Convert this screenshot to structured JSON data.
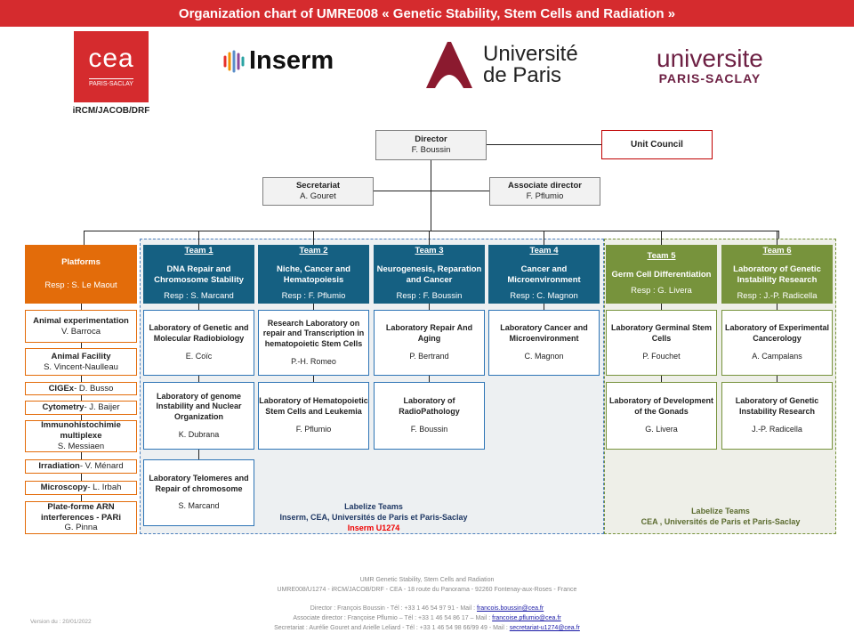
{
  "title": "Organization chart of UMRE008 « Genetic Stability, Stem Cells and Radiation »",
  "logos": {
    "cea": "cea",
    "cea_sub": "PARIS-SACLAY",
    "cea_caption": "iRCM/JACOB/DRF",
    "inserm": "Inserm",
    "uparis_1": "Université",
    "uparis_2": "de Paris",
    "ups_1": "universite",
    "ups_2": "PARIS-SACLAY"
  },
  "director": {
    "title": "Director",
    "name": "F. Boussin"
  },
  "unit_council": "Unit Council",
  "secretariat": {
    "title": "Secretariat",
    "name": "A. Gouret"
  },
  "associate": {
    "title": "Associate director",
    "name": "F. Pflumio"
  },
  "platforms": {
    "title": "Platforms",
    "resp": "Resp : S. Le Maout",
    "items": [
      {
        "name": "Animal experimentation",
        "person": "V. Barroca"
      },
      {
        "name": "Animal Facility",
        "person": "S. Vincent-Naulleau"
      },
      {
        "name": "CIGEx",
        "person": " - D. Busso"
      },
      {
        "name": "Cytometry",
        "person": " - J. Baijer"
      },
      {
        "name": "Immunohistochimie multiplexe",
        "person": "S. Messiaen"
      },
      {
        "name": "Irradiation",
        "person": " - V. Ménard"
      },
      {
        "name": "Microscopy",
        "person": " - L. Irbah"
      },
      {
        "name": "Plate-forme ARN interferences - PARi",
        "person": "G. Pinna"
      }
    ]
  },
  "teams": [
    {
      "label": "Team 1",
      "name": "DNA Repair and Chromosome Stability",
      "resp": "Resp : S. Marcand",
      "color": "#156082",
      "labs": [
        {
          "name": "Laboratory of Genetic and Molecular Radiobiology",
          "head": "E. Coïc"
        },
        {
          "name": "Laboratory of genome Instability and Nuclear Organization",
          "head": "K. Dubrana"
        },
        {
          "name": "Laboratory Telomeres and Repair of chromosome",
          "head": "S. Marcand"
        }
      ]
    },
    {
      "label": "Team 2",
      "name": "Niche, Cancer and Hematopoiesis",
      "resp": "Resp : F. Pflumio",
      "color": "#156082",
      "labs": [
        {
          "name": "Research Laboratory on repair and Transcription in hematopoietic Stem Cells",
          "head": "P.-H. Romeo"
        },
        {
          "name": "Laboratory of Hematopoietic Stem Cells and Leukemia",
          "head": "F. Pflumio"
        }
      ]
    },
    {
      "label": "Team 3",
      "name": "Neurogenesis, Reparation and Cancer",
      "resp": "Resp : F. Boussin",
      "color": "#156082",
      "labs": [
        {
          "name": "Laboratory Repair And Aging",
          "head": "P. Bertrand"
        },
        {
          "name": "Laboratory of RadioPathology",
          "head": "F. Boussin"
        }
      ]
    },
    {
      "label": "Team 4",
      "name": "Cancer and Microenvironment",
      "resp": "Resp : C. Magnon",
      "color": "#156082",
      "labs": [
        {
          "name": "Laboratory Cancer and Microenvironment",
          "head": "C. Magnon"
        }
      ]
    },
    {
      "label": "Team 5",
      "name": "Germ Cell Differentiation",
      "resp": "Resp : G. Livera",
      "color": "#77933c",
      "labs": [
        {
          "name": "Laboratory Germinal Stem Cells",
          "head": "P. Fouchet"
        },
        {
          "name": "Laboratory of Development of the Gonads",
          "head": "G. Livera"
        }
      ]
    },
    {
      "label": "Team 6",
      "name": "Laboratory of Genetic Instability Research",
      "resp": "Resp : J.-P. Radicella",
      "color": "#77933c",
      "labs": [
        {
          "name": "Laboratory of Experimental Cancerology",
          "head": "A. Campalans"
        },
        {
          "name": "Laboratory of Genetic Instability Research",
          "head": "J.-P. Radicella"
        }
      ]
    }
  ],
  "group_blue": {
    "line1": "Labelize Teams",
    "line2": "Inserm, CEA, Universités de Paris et Paris-Saclay",
    "line3": "Inserm U1274"
  },
  "group_green": {
    "line1": "Labelize Teams",
    "line2": "CEA , Universités de Paris et Paris-Saclay"
  },
  "footer": {
    "line1": "UMR Genetic Stability, Stem Cells and Radiation",
    "line2": "UMRE008/U1274 - iRCM/JACOB/DRF - CEA - 18 route du Panorama - 92260 Fontenay-aux-Roses - France",
    "dir_text": "Director : François Boussin - Tél : +33 1 46 54 97 91 - Mail : ",
    "dir_mail": "francois.boussin@cea.fr",
    "assoc_text": "Associate director : Françoise Pflumio – Tél : +33 1 46 54 86 17 – Mail : ",
    "assoc_mail": "francoise.pflumio@cea.fr",
    "sec_text": "Secretariat : Aurélie Gouret and Arielle Leliard - Tél : +33 1 46 54 98 66/99 49 - Mail : ",
    "sec_mail": "secretariat-u1274@cea.fr",
    "version": "Version du : 20/01/2022"
  }
}
